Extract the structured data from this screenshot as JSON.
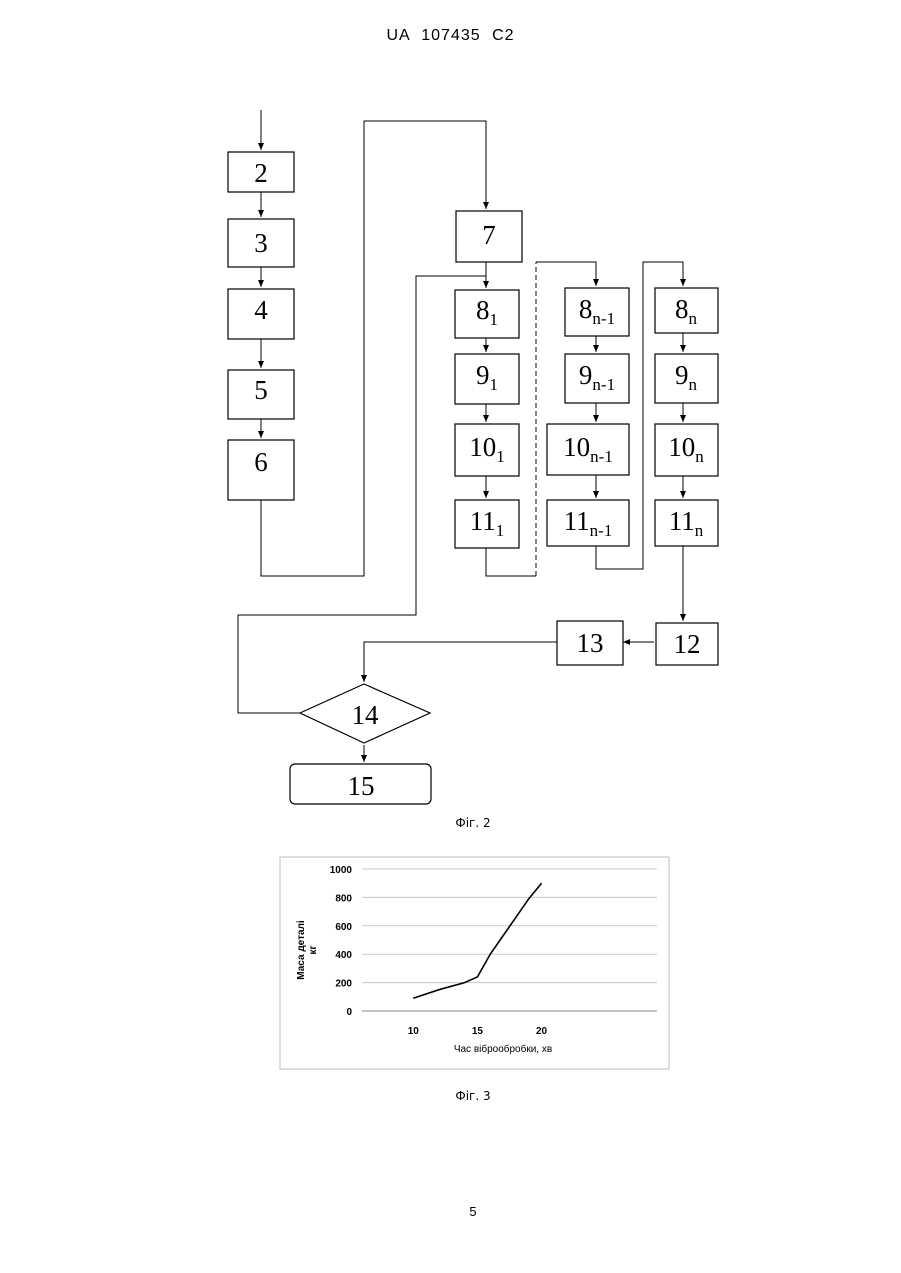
{
  "header": {
    "text": "UA   107435   C2"
  },
  "figure2": {
    "caption": "Фіг. 2",
    "blocks": [
      {
        "main": "2",
        "sub": ""
      },
      {
        "main": "3",
        "sub": ""
      },
      {
        "main": "4",
        "sub": ""
      },
      {
        "main": "5",
        "sub": ""
      },
      {
        "main": "6",
        "sub": ""
      },
      {
        "main": "7",
        "sub": ""
      },
      {
        "main": "8",
        "sub": "1"
      },
      {
        "main": "9",
        "sub": "1"
      },
      {
        "main": "10",
        "sub": "1"
      },
      {
        "main": "11",
        "sub": "1"
      },
      {
        "main": "8",
        "sub": "n-1"
      },
      {
        "main": "9",
        "sub": "n-1"
      },
      {
        "main": "10",
        "sub": "n-1"
      },
      {
        "main": "11",
        "sub": "n-1"
      },
      {
        "main": "8",
        "sub": "n"
      },
      {
        "main": "9",
        "sub": "n"
      },
      {
        "main": "10",
        "sub": "n"
      },
      {
        "main": "11",
        "sub": "n"
      },
      {
        "main": "12",
        "sub": ""
      },
      {
        "main": "13",
        "sub": ""
      },
      {
        "main": "14",
        "sub": ""
      },
      {
        "main": "15",
        "sub": ""
      }
    ]
  },
  "figure3": {
    "caption": "Фіг. 3",
    "chart_data": {
      "type": "line",
      "title": "",
      "xlabel": "Час віброобробки, хв",
      "ylabel_line1": "Маса деталі",
      "ylabel_line2": "кг",
      "x_ticks": [
        10,
        15,
        20
      ],
      "y_ticks": [
        0,
        200,
        400,
        600,
        800,
        1000
      ],
      "xlim": [
        6,
        29
      ],
      "ylim": [
        0,
        1000
      ],
      "grid": "horizontal",
      "series": [
        {
          "x": [
            10,
            12,
            14,
            15,
            16,
            17,
            18,
            19,
            20
          ],
          "y": [
            90,
            150,
            200,
            240,
            400,
            530,
            660,
            790,
            900
          ]
        }
      ]
    }
  },
  "page_number": "5"
}
